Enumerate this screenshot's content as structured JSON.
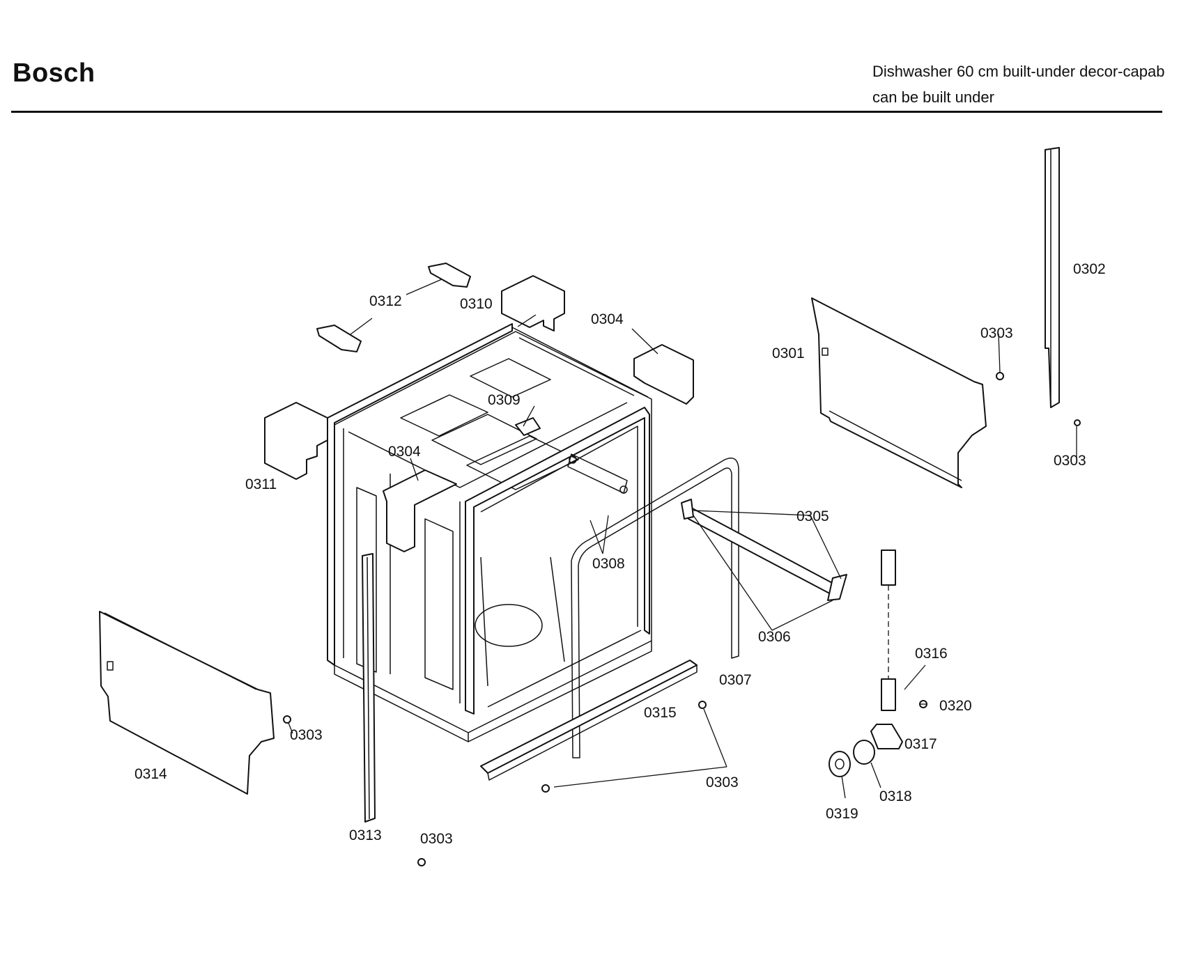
{
  "header": {
    "brand": "Bosch",
    "description_line1": "Dishwasher 60 cm built-under decor-capab",
    "description_line2": "can be built under"
  },
  "callouts": {
    "c0302": "0302",
    "c0303_top": "0303",
    "c0303_right": "0303",
    "c0301": "0301",
    "c0304_top": "0304",
    "c0304_mid": "0304",
    "c0312": "0312",
    "c0310": "0310",
    "c0309": "0309",
    "c0311": "0311",
    "c0305": "0305",
    "c0308": "0308",
    "c0306": "0306",
    "c0307": "0307",
    "c0316": "0316",
    "c0320": "0320",
    "c0317": "0317",
    "c0318": "0318",
    "c0319": "0319",
    "c0315": "0315",
    "c0303_left": "0303",
    "c0303_bottom": "0303",
    "c0303_bottomleft": "0303",
    "c0314": "0314",
    "c0313": "0313"
  }
}
